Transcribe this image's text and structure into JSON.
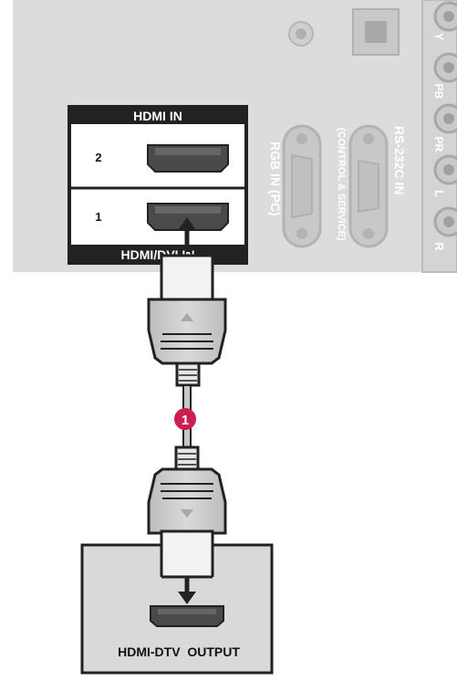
{
  "hdmi_panel": {
    "title": "HDMI IN",
    "port_2_label": "2",
    "port_1_label": "1",
    "footer_label": "HDMI/DVI IN"
  },
  "rgb_port": {
    "label": "RGB IN (PC)"
  },
  "rs232_port": {
    "label": "RS-232C IN",
    "sublabel": "(CONTROL & SERVICE)"
  },
  "component_jacks": {
    "labels": [
      "Y",
      "PB",
      "PR",
      "L",
      "R"
    ]
  },
  "step_marker": {
    "number": "1"
  },
  "source_device": {
    "label": "HDMI-DTV  OUTPUT"
  },
  "colors": {
    "panel_background": "#dcdcdc",
    "panel_outline": "#c4c4c4",
    "hdmi_panel_dark": "#222222",
    "connector_fill": "#4a4a4a",
    "cable_gray": "#c8c8c8",
    "step_marker": "#cc1f4f",
    "source_box": "#d9d9d9"
  }
}
